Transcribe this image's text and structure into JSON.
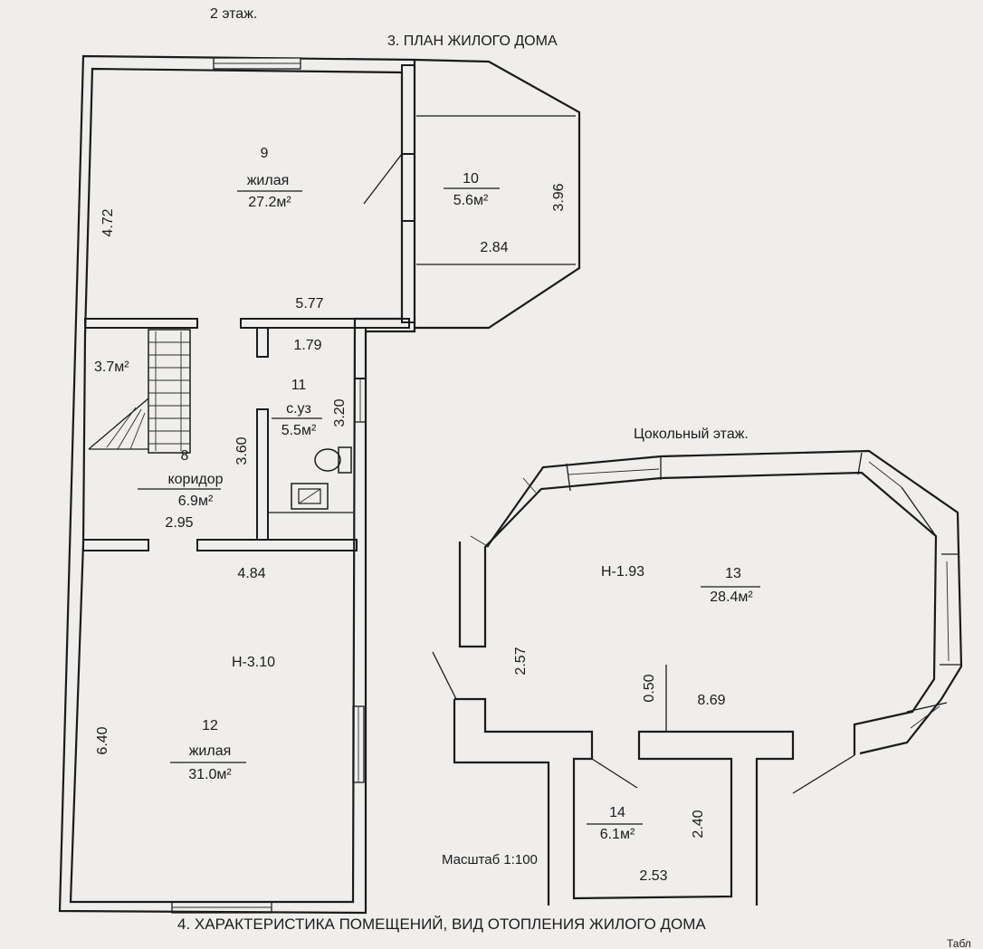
{
  "header": {
    "floor_label": "2  этаж.",
    "section_title": "3. ПЛАН ЖИЛОГО ДОМА"
  },
  "plan_upper": {
    "rooms": [
      {
        "number": "9",
        "type": "жилая",
        "area": "27.2м²"
      },
      {
        "number": "10",
        "type": "",
        "area": "5.6м²"
      },
      {
        "number": "11",
        "type": "с.уз",
        "area": "5.5м²"
      },
      {
        "number": "8",
        "type": "коридор",
        "area": "6.9м²"
      },
      {
        "number": "12",
        "type": "жилая",
        "area": "31.0м²"
      }
    ],
    "stair_area": "3.7м²",
    "height": "Н-3.10",
    "dimensions": {
      "d_472": "4.72",
      "d_577": "5.77",
      "d_396": "3.96",
      "d_284": "2.84",
      "d_179": "1.79",
      "d_320": "3.20",
      "d_360": "3.60",
      "d_295": "2.95",
      "d_484": "4.84",
      "d_640": "6.40"
    }
  },
  "plan_basement": {
    "title": "Цокольный  этаж.",
    "height": "Н-1.93",
    "rooms": [
      {
        "number": "13",
        "area": "28.4м²"
      },
      {
        "number": "14",
        "area": "6.1м²"
      }
    ],
    "dimensions": {
      "d_257": "2.57",
      "d_050": "0.50",
      "d_869": "8.69",
      "d_240": "2.40",
      "d_253": "2.53"
    }
  },
  "scale_label": "Масштаб 1:100",
  "footer": {
    "section_title": "4. ХАРАКТЕРИСТИКА ПОМЕЩЕНИЙ, ВИД ОТОПЛЕНИЯ ЖИЛОГО ДОМА",
    "table_stub": "Табл"
  }
}
